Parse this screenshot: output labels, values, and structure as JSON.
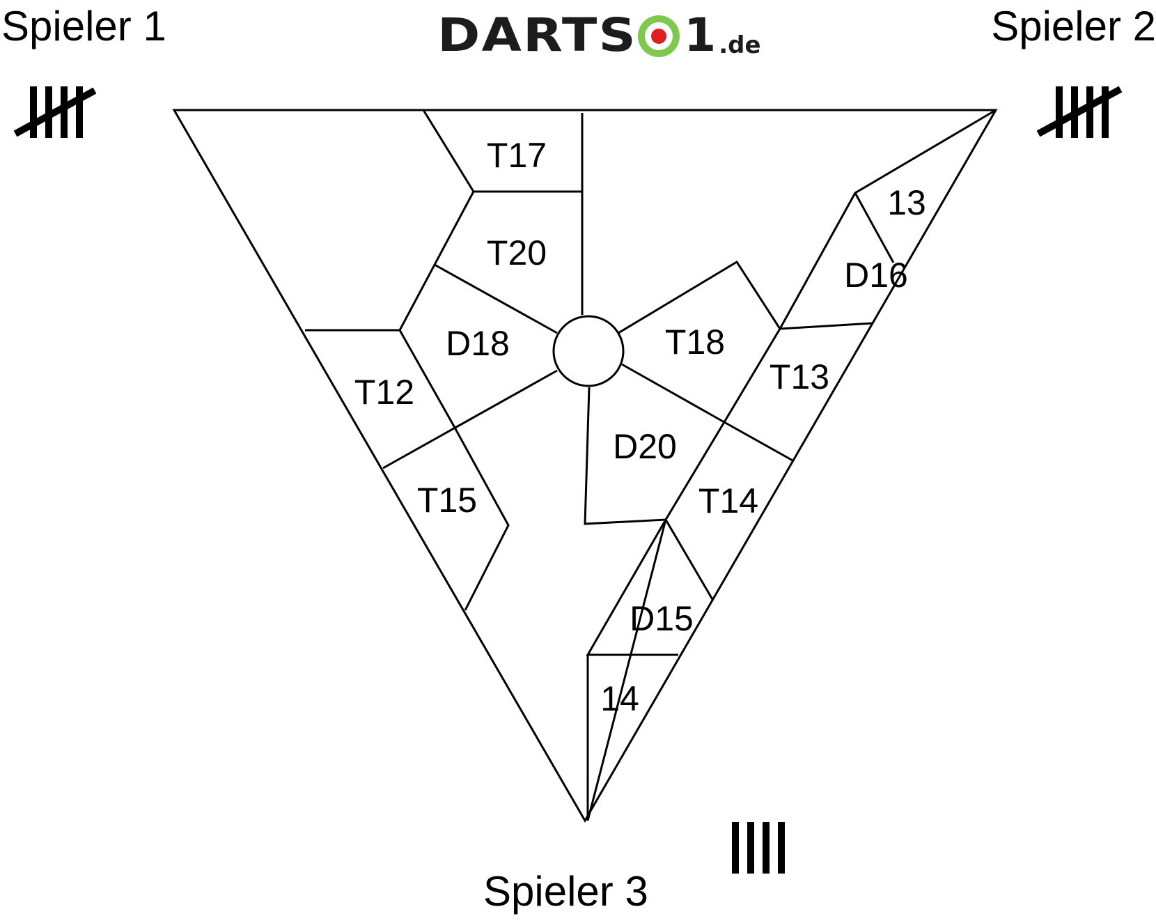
{
  "players": {
    "p1": {
      "name": "Spieler 1",
      "strikes": 5
    },
    "p2": {
      "name": "Spieler 2",
      "strikes": 5
    },
    "p3": {
      "name": "Spieler 3",
      "strikes": 4
    }
  },
  "logo": {
    "word": "DARTS",
    "digit": "1",
    "tld": ".de",
    "target_colors": {
      "outer": "#7ec850",
      "ring": "#ffffff",
      "bull": "#e0201e"
    }
  },
  "fields": [
    "T17",
    "T20",
    "D18",
    "T12",
    "T15",
    "13",
    "D16",
    "T18",
    "T13",
    "D20",
    "T14",
    "D15",
    "14"
  ]
}
